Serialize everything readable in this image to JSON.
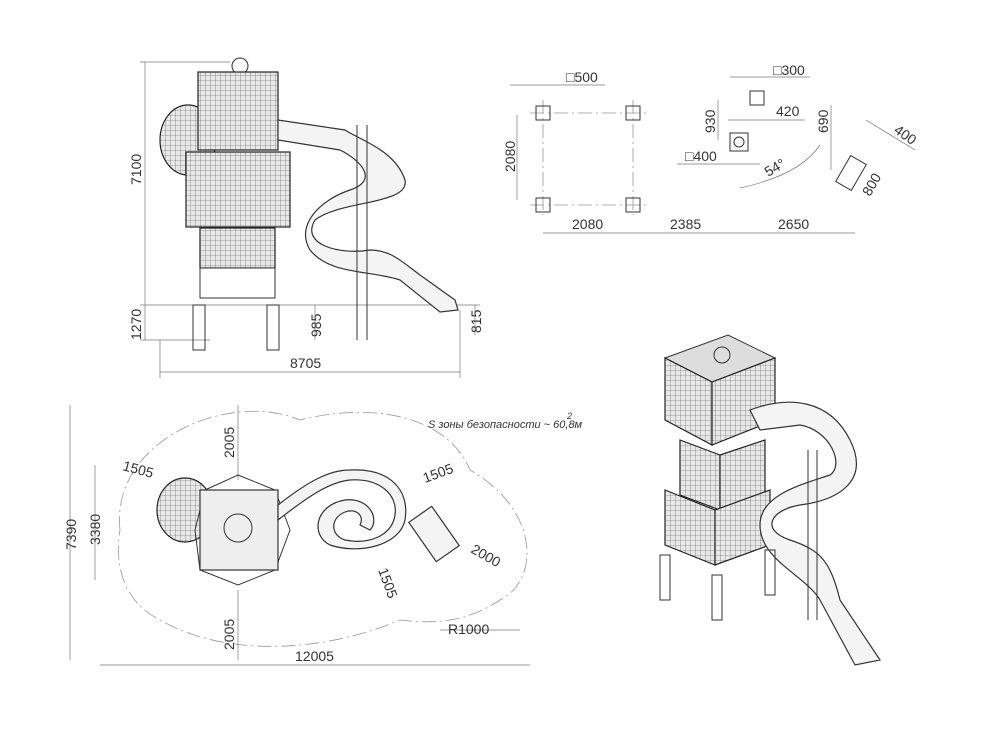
{
  "front_view": {
    "height_total": "7100",
    "height_platform": "1270",
    "height_mid": "985",
    "slide_exit_height": "815",
    "width_total": "8705"
  },
  "foundation_plan": {
    "post_size": "□500",
    "post_spacing_v": "2080",
    "post_spacing_h": "2080",
    "dist_to_pole": "2385",
    "dist_to_slide_end": "2650",
    "pole_size": "□300",
    "offset_930": "930",
    "offset_420": "420",
    "offset_690": "690",
    "slide_width": "400",
    "slide_base_size": "□400",
    "angle": "54°",
    "slide_length": "800"
  },
  "top_view": {
    "total_depth": "7390",
    "structure_depth": "3380",
    "front_clearance": "2005",
    "left_clearance": "1505",
    "right_clearance": "1505",
    "slide_clearance": "2000",
    "slide_side_clearance": "1505",
    "rear_clearance": "2005",
    "radius": "R1000",
    "total_width": "12005",
    "safety_area": "S зоны безопасности ~ 60,8м",
    "safety_area_unit_sup": "2"
  }
}
